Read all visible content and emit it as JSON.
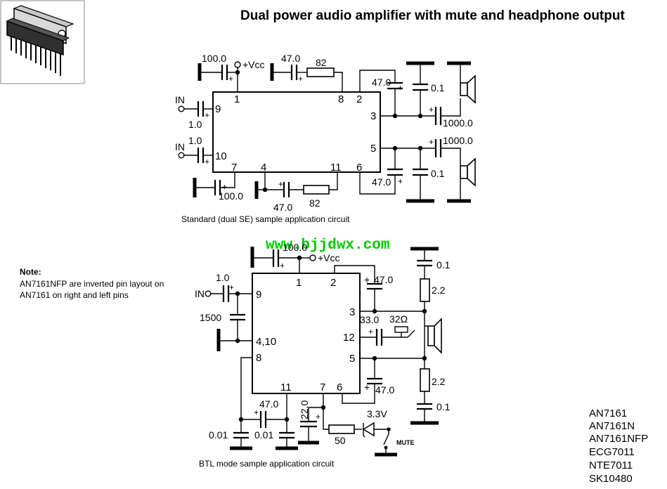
{
  "title": "Dual power audio amplifier with mute and headphone output",
  "top_circuit": {
    "caption": "Standard (dual SE) sample application circuit",
    "vcc": "+Vcc",
    "in": "IN",
    "pins": {
      "p1": "1",
      "p2": "2",
      "p3": "3",
      "p4": "4",
      "p5": "5",
      "p6": "6",
      "p7": "7",
      "p8": "8",
      "p9": "9",
      "p10": "10",
      "p11": "11"
    },
    "values": {
      "c_vcc": "100.0",
      "c_p8": "47.0",
      "r_p8": "82",
      "c_p2": "47.0",
      "c_01a": "0.1",
      "c_out1": "1000.0",
      "c_in1": "1.0",
      "c_in2": "1.0",
      "c_out2": "1000.0",
      "c_01b": "0.1",
      "c_p6": "47.0",
      "c_p7": "100.0",
      "c_p4": "47.0",
      "r_p4": "82"
    }
  },
  "btl_circuit": {
    "caption": "BTL mode sample application circuit",
    "vcc": "+Vcc",
    "in": "IN",
    "pins": {
      "p1": "1",
      "p2": "2",
      "p3": "3",
      "p9": "9",
      "p410": "4,10",
      "p8": "8",
      "p12": "12",
      "p5": "5",
      "p11": "11",
      "p7": "7",
      "p6": "6"
    },
    "values": {
      "c_vcc": "100.0",
      "c_in": "1.0",
      "c_1500": "1500",
      "c_p2": "47.0",
      "c_33": "33.0",
      "r_32": "32Ω",
      "c_01a": "0.1",
      "r_22a": "2.2",
      "r_22b": "2.2",
      "c_01b": "0.1",
      "c_p6": "47.0",
      "c_47": "47.0",
      "c_001a": "0.01",
      "c_001b": "0.01",
      "c_22": "22.0",
      "r_50": "50",
      "v_33": "3.3V",
      "mute": "MUTE"
    }
  },
  "watermark": "www.bjjdwx.com",
  "note": {
    "heading": "Note:",
    "lines": [
      "AN7161NFP are inverted pin layout on",
      "AN7161 on right and left pins"
    ]
  },
  "part_numbers": [
    "AN7161",
    "AN7161N",
    "AN7161NFP",
    "ECG7011",
    "NTE7011",
    "SK10480"
  ]
}
